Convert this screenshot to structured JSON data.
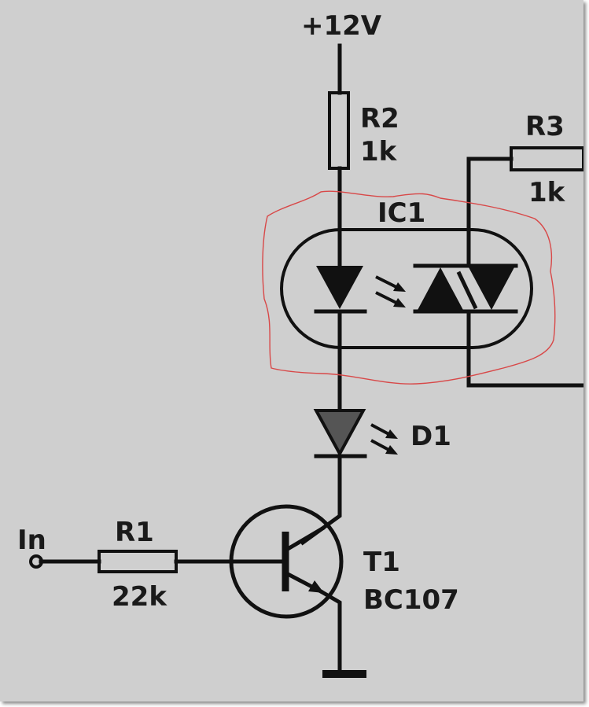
{
  "colors": {
    "background": "#cfcfcf",
    "ink": "#111111",
    "highlight": "#d84848",
    "led_fill": "#555555"
  },
  "labels": {
    "supply": "+12V",
    "r2_name": "R2",
    "r2_value": "1k",
    "r3_name": "R3",
    "r3_value": "1k",
    "ic1_name": "IC1",
    "d1_name": "D1",
    "input": "In",
    "r1_name": "R1",
    "r1_value": "22k",
    "t1_name": "T1",
    "t1_type": "BC107"
  }
}
